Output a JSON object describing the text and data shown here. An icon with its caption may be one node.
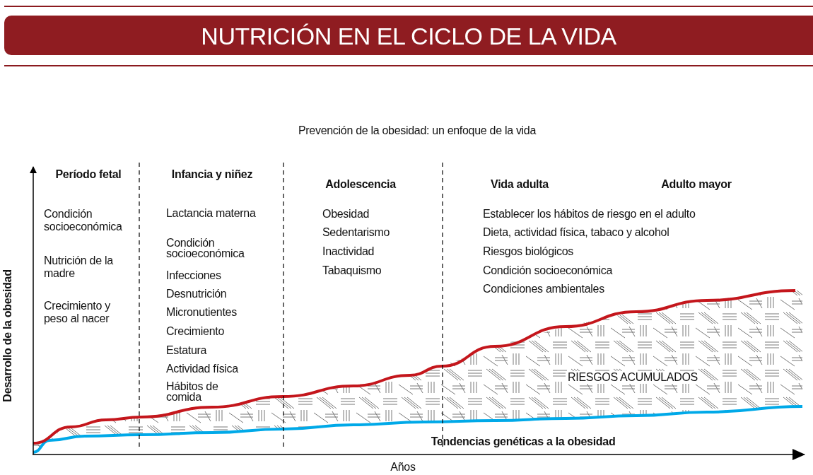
{
  "diagram": {
    "title": "NUTRICIÓN EN EL CICLO DE LA VIDA",
    "labels": [
      "Prevención de la obesidad: un enfoque de la vida",
      "Período fetal",
      "Infancia y niñez",
      "Adolescencia",
      "Vida adulta",
      "Adulto mayor",
      "Condición socioeconómica",
      "Nutrición de la madre",
      "Crecimiento y peso al nacer",
      "Lactancia materna",
      "Condición socioeconómica",
      "Infecciones",
      "Desnutrición",
      "Micronutientes",
      "Crecimiento",
      "Estatura",
      "Actividad física",
      "Hábitos de comida",
      "Obesidad",
      "Sedentarismo",
      "Inactividad",
      "Tabaquismo",
      "Establecer los hábitos de riesgo en el adulto",
      "Dieta, actividad física, tabaco y alcohol",
      "Riesgos biológicos",
      "Condición socioeconómica",
      "Condiciones ambientales",
      "RIESGOS ACUMULADOS",
      "Tendencias genéticas a la obesidad",
      "Desarrollo de la obesidad",
      "Años"
    ]
  }
}
